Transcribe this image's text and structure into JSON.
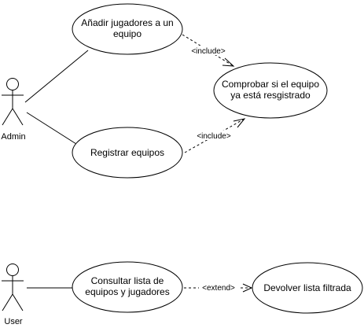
{
  "diagram": {
    "actors": {
      "admin": {
        "label": "Admin"
      },
      "user": {
        "label": "User"
      }
    },
    "use_cases": {
      "add_players": {
        "lines": [
          "Añadir jugadores a un",
          "equipo"
        ]
      },
      "check_team": {
        "lines": [
          "Comprobar si el equipo",
          "ya está resgistrado"
        ]
      },
      "register_teams": {
        "lines": [
          "Registrar equipos"
        ]
      },
      "consult_list": {
        "lines": [
          "Consultar lista de",
          "equipos y jugadores"
        ]
      },
      "filtered_list": {
        "lines": [
          "Devolver lista filtrada"
        ]
      }
    },
    "relations": {
      "include_1": "<include>",
      "include_2": "<include>",
      "extend_1": "<extend>"
    }
  }
}
